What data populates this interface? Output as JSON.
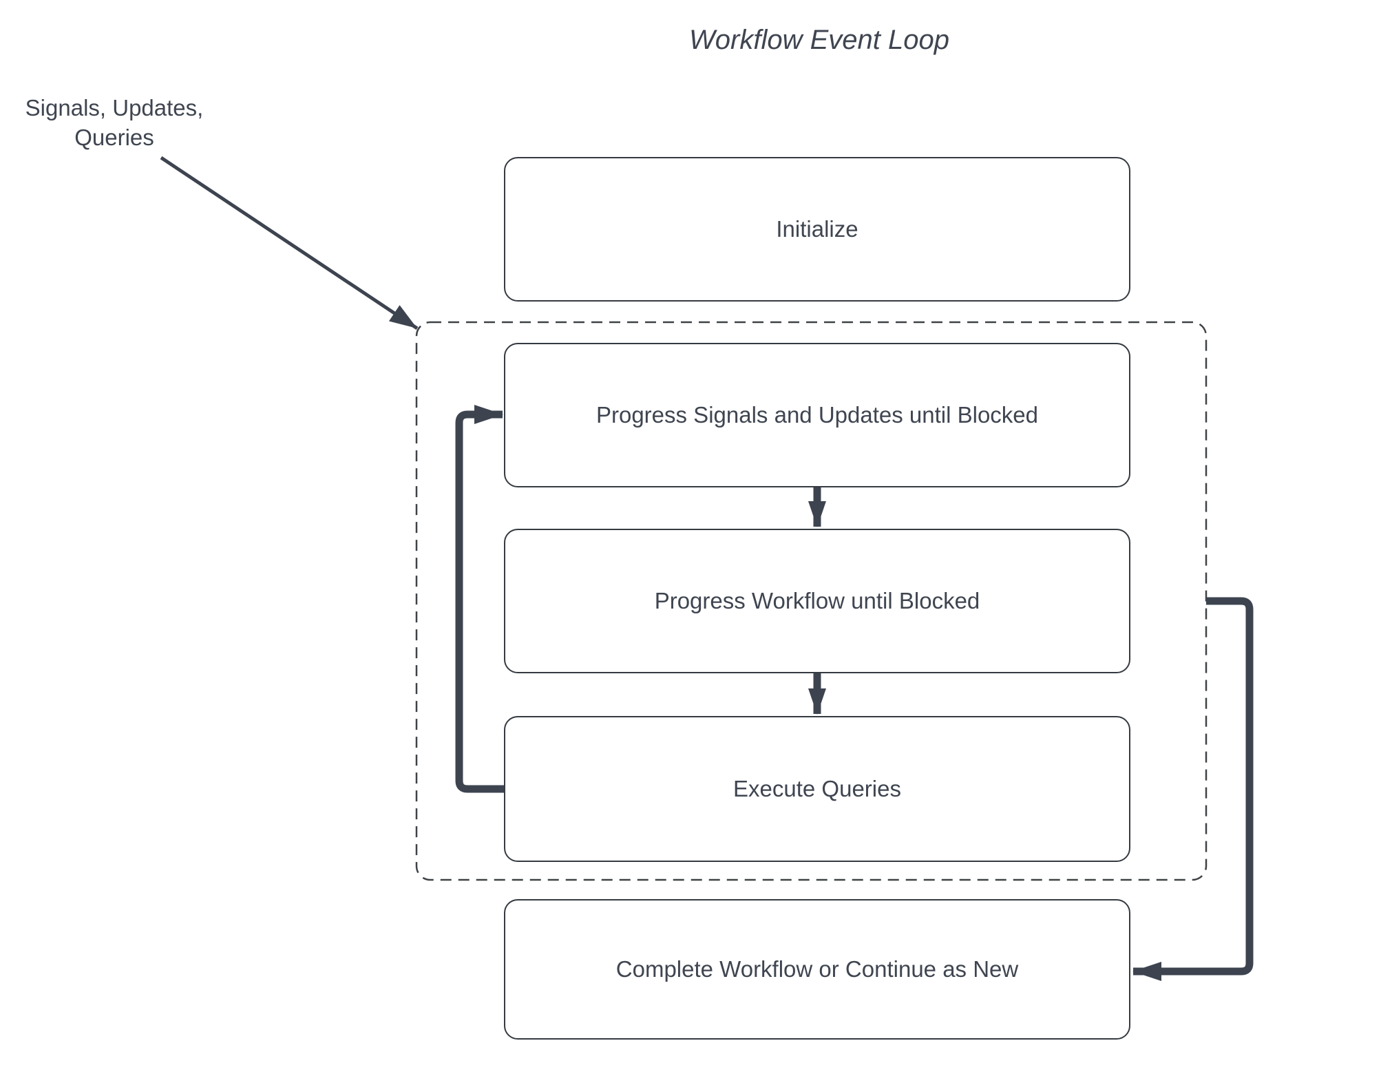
{
  "title": "Workflow Event Loop",
  "annotation": {
    "line1": "Signals, Updates,",
    "line2": "Queries"
  },
  "nodes": {
    "initialize": {
      "label": "Initialize"
    },
    "progress_signals": {
      "label": "Progress Signals and Updates until Blocked"
    },
    "progress_workflow": {
      "label": "Progress Workflow until Blocked"
    },
    "execute_queries": {
      "label": "Execute Queries"
    },
    "complete": {
      "label": "Complete Workflow or Continue as New"
    }
  },
  "edges": [
    {
      "from": "signals-updates-queries-label",
      "to": "event-loop-boundary",
      "style": "thin-arrow"
    },
    {
      "from": "progress_signals",
      "to": "progress_workflow",
      "style": "down-arrow"
    },
    {
      "from": "progress_workflow",
      "to": "execute_queries",
      "style": "down-arrow"
    },
    {
      "from": "execute_queries",
      "to": "progress_signals",
      "style": "thick-elbow-loop"
    },
    {
      "from": "event-loop-boundary",
      "to": "complete",
      "style": "thick-elbow"
    }
  ],
  "colors": {
    "line": "#3d4450",
    "box_border": "#353a41",
    "dashed_border": "#3f4245",
    "text": "#3f4550",
    "background": "#ffffff"
  }
}
